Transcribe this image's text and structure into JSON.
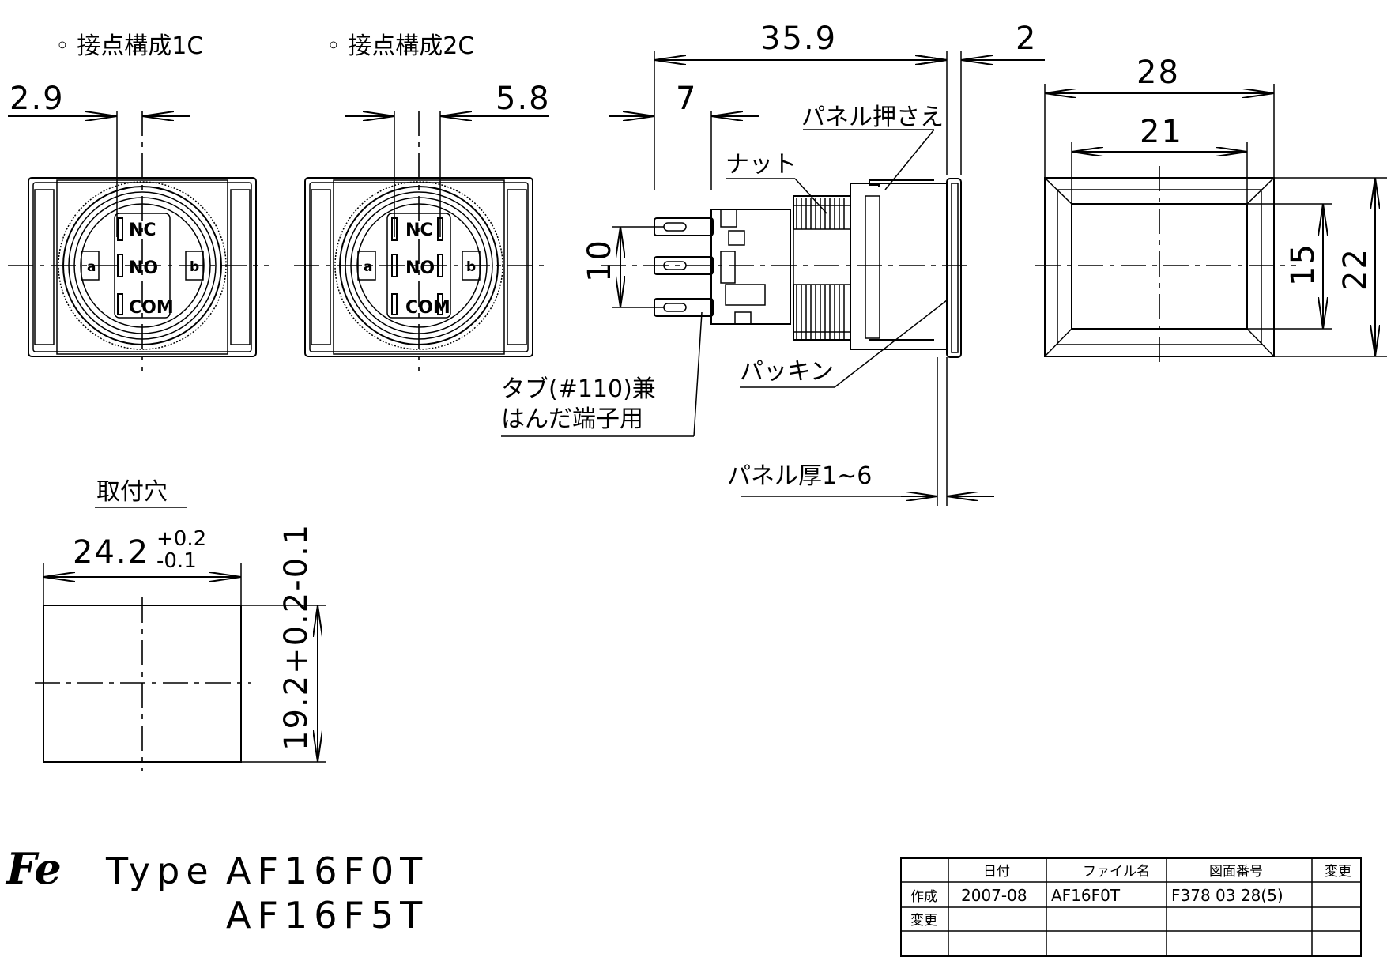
{
  "contact_labels": {
    "c1": "◦ 接点構成1C",
    "c2": "◦ 接点構成2C"
  },
  "dimensions": {
    "c1_offset": "2.9",
    "c2_offset": "5.8",
    "length": "35.9",
    "bezel": "2",
    "rear": "7",
    "pin_pitch": "10",
    "width": "28",
    "window_width": "21",
    "window_height": "15",
    "height": "22"
  },
  "terminal_labels": {
    "nc": "NC",
    "no": "NO",
    "com": "COM",
    "a": "a",
    "b": "b"
  },
  "callouts": {
    "panel_holder": "パネル押さえ",
    "nut": "ナット",
    "packing": "パッキン",
    "tab_line1": "タブ(#110)兼",
    "tab_line2": "はんだ端子用",
    "panel_thickness": "パネル厚1~6"
  },
  "mounting_hole": {
    "title": "取付穴",
    "width": "24.2",
    "width_tol_plus": "+0.2",
    "width_tol_minus": "-0.1",
    "height_text": "19.2+0.2-0.1"
  },
  "type_block": {
    "logo": "Fe",
    "label": "Type",
    "model_1": "AF16F0T",
    "model_2": "AF16F5T"
  },
  "title_block": {
    "headers": [
      "",
      "日付",
      "ファイル名",
      "図面番号",
      "変更"
    ],
    "rows": [
      [
        "作成",
        "2007-08",
        "AF16F0T",
        "F378 03 28(5)",
        ""
      ],
      [
        "変更",
        "",
        "",
        "",
        ""
      ],
      [
        "",
        "",
        "",
        "",
        ""
      ]
    ]
  },
  "colors": {
    "line": "#000000",
    "background": "#ffffff"
  }
}
